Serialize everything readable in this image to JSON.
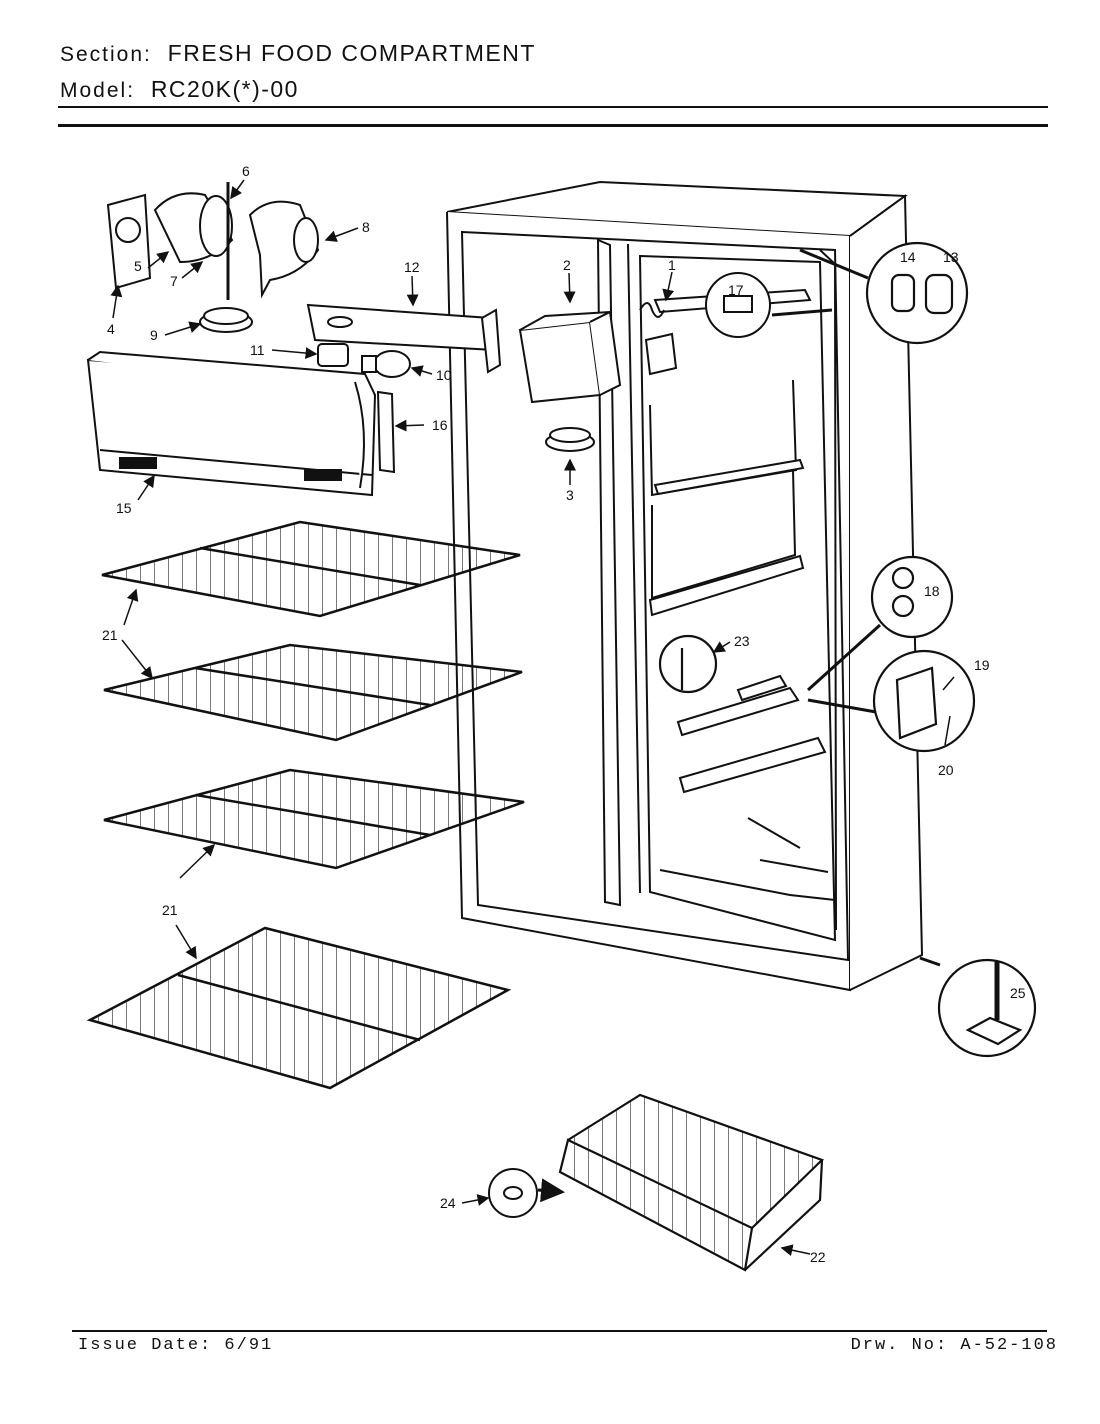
{
  "header": {
    "section_key": "Section:",
    "section_value": "FRESH FOOD COMPARTMENT",
    "model_key": "Model:",
    "model_value": "RC20K(*)-00"
  },
  "footer": {
    "issue_date": "Issue Date: 6/91",
    "drawing_no": "Drw. No: A-52-108"
  },
  "callouts": {
    "c1": "1",
    "c2": "2",
    "c3": "3",
    "c4": "4",
    "c5": "5",
    "c6": "6",
    "c7": "7",
    "c8": "8",
    "c9": "9",
    "c10": "10",
    "c11": "11",
    "c12": "12",
    "c13": "13",
    "c14": "14",
    "c15": "15",
    "c16": "16",
    "c17": "17",
    "c18": "18",
    "c19": "19",
    "c20": "20",
    "c21a": "21",
    "c21b": "21",
    "c22": "22",
    "c23": "23",
    "c24": "24",
    "c25": "25"
  }
}
